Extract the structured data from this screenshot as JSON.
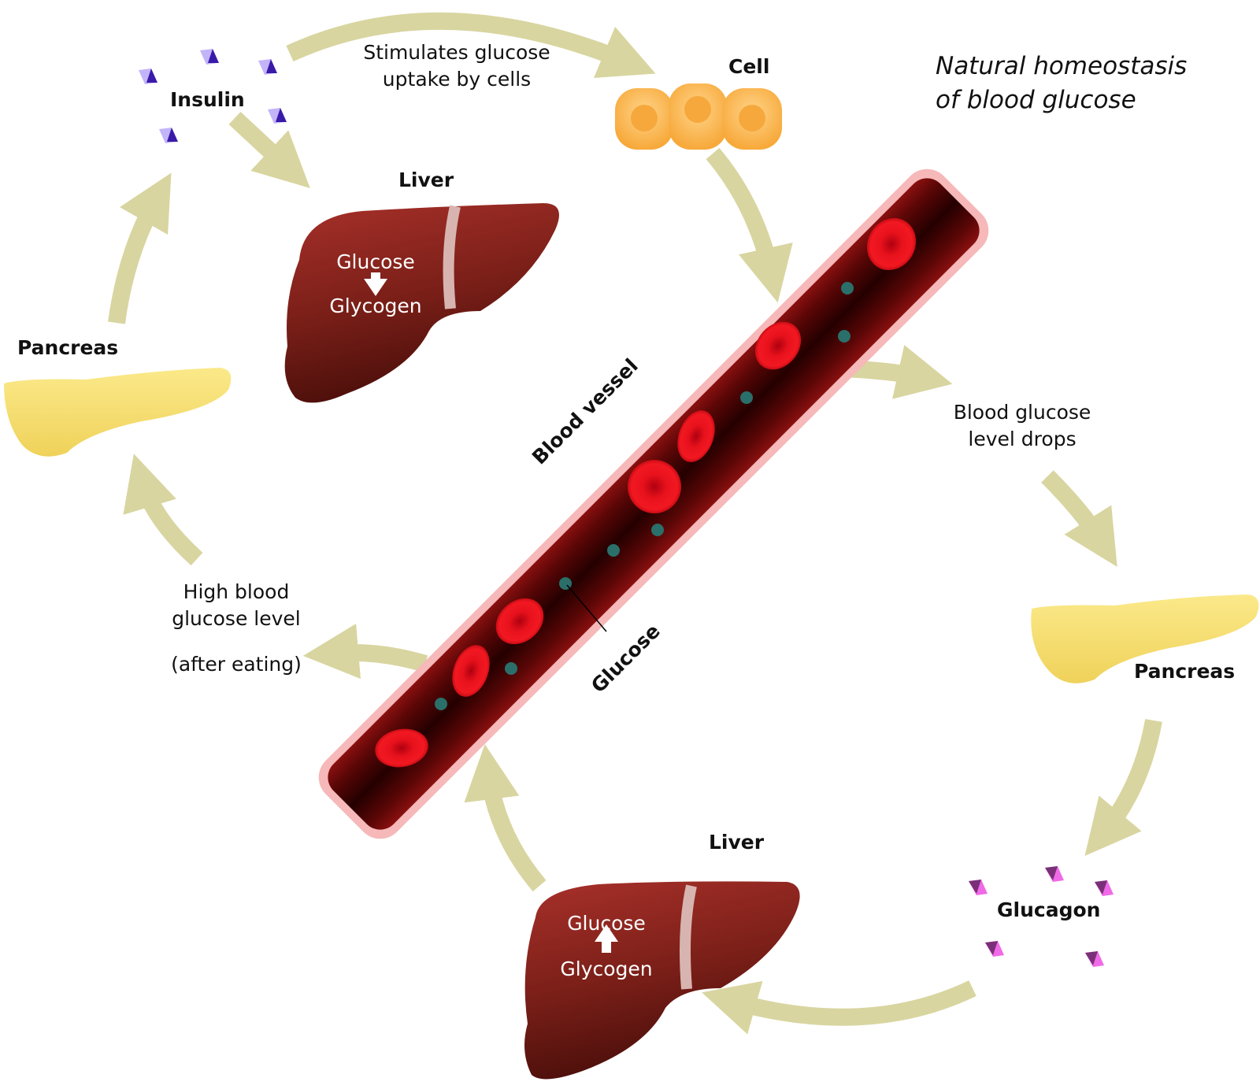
{
  "title": {
    "line1": "Natural homeostasis",
    "line2": "of blood glucose"
  },
  "labels": {
    "insulin": "Insulin",
    "cell": "Cell",
    "liver_top": "Liver",
    "liver_bottom": "Liver",
    "pancreas_left": "Pancreas",
    "pancreas_right": "Pancreas",
    "glucagon": "Glucagon",
    "blood_vessel": "Blood vessel",
    "glucose_pointer": "Glucose"
  },
  "annotations": {
    "stimulates_line1": "Stimulates glucose",
    "stimulates_line2": "uptake by cells",
    "drops_line1": "Blood glucose",
    "drops_line2": "level drops",
    "high_line1": "High blood",
    "high_line2": "glucose level",
    "high_line3": "(after eating)"
  },
  "liver_top_process": {
    "from": "Glucose",
    "to": "Glycogen",
    "direction": "down"
  },
  "liver_bottom_process": {
    "top": "Glucose",
    "bottom": "Glycogen",
    "direction": "up"
  },
  "colors": {
    "arrow": "#d8d5a0",
    "liver": "#8b2a20",
    "pancreas": "#f5dc6a",
    "cell": "#f8b344",
    "vessel": "#5a0505",
    "vessel_glow": "#f6b8b8",
    "rbc": "#e0101a",
    "glucose_dot": "#2a6f6a",
    "insulin_dark": "#3a1aa8",
    "insulin_light": "#c3b4fa",
    "glucagon_dark": "#7a3078",
    "glucagon_light": "#f06ae8"
  }
}
